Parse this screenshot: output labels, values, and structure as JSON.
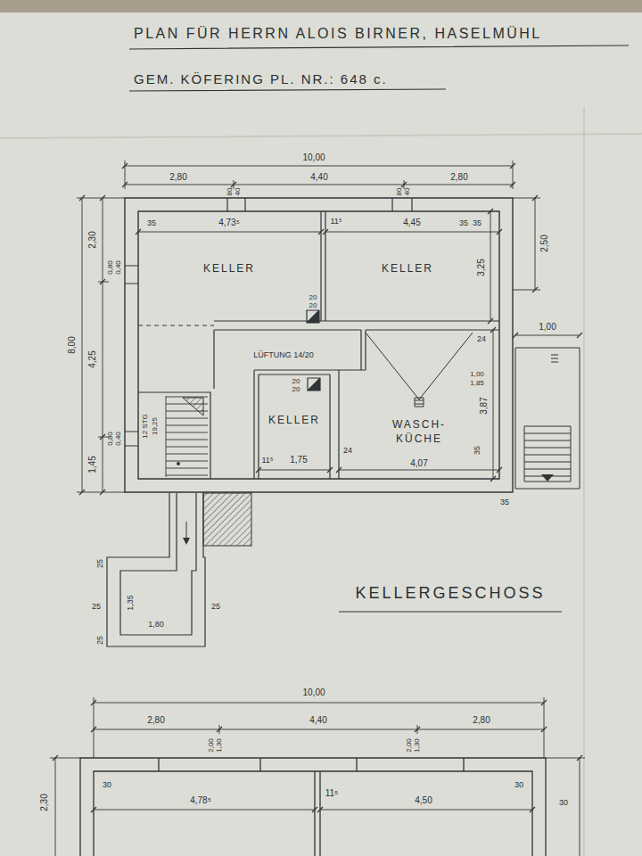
{
  "diagram": {
    "title": "PLAN FÜR HERRN ALOIS BIRNER, HASELMÜHL",
    "nodes": [
      {
        "text": [
          "KELLER"
        ]
      },
      {
        "text": [
          "KELLER"
        ]
      },
      {
        "text": [
          "KELLER"
        ]
      },
      {
        "text": [
          "WASCH- KÜCHE"
        ]
      }
    ],
    "labels": [
      "GEM. KÖFERING PL. NR.: 648 c.",
      "10,00",
      "2,80",
      "4,40",
      "2,80",
      "80",
      "40",
      "80",
      "40",
      "35",
      "4,73⁵",
      "11⁵",
      "4,45",
      "35",
      "35",
      "2,50",
      "2,30",
      "0,80",
      "0,40",
      "8,00",
      "4,25",
      "3,25",
      "20",
      "20",
      "24",
      "1,00",
      "LÜFTUNG 14/20",
      "20",
      "20",
      "1,00",
      "1,85",
      "12 STG",
      "19,25",
      "0,80",
      "0,40",
      "1,45",
      "3,87",
      "11⁵",
      "1,75",
      "24",
      "4,07",
      "35",
      "35",
      "25",
      "1,35",
      "1,80",
      "25",
      "25",
      "25",
      "KELLERGESCHOSS",
      "10,00",
      "2,80",
      "4,40",
      "2,80",
      "2,00",
      "1,30",
      "2,00",
      "1,30",
      "2,30",
      "30",
      "4,78⁵",
      "11⁵",
      "4,50",
      "30",
      "30"
    ]
  }
}
